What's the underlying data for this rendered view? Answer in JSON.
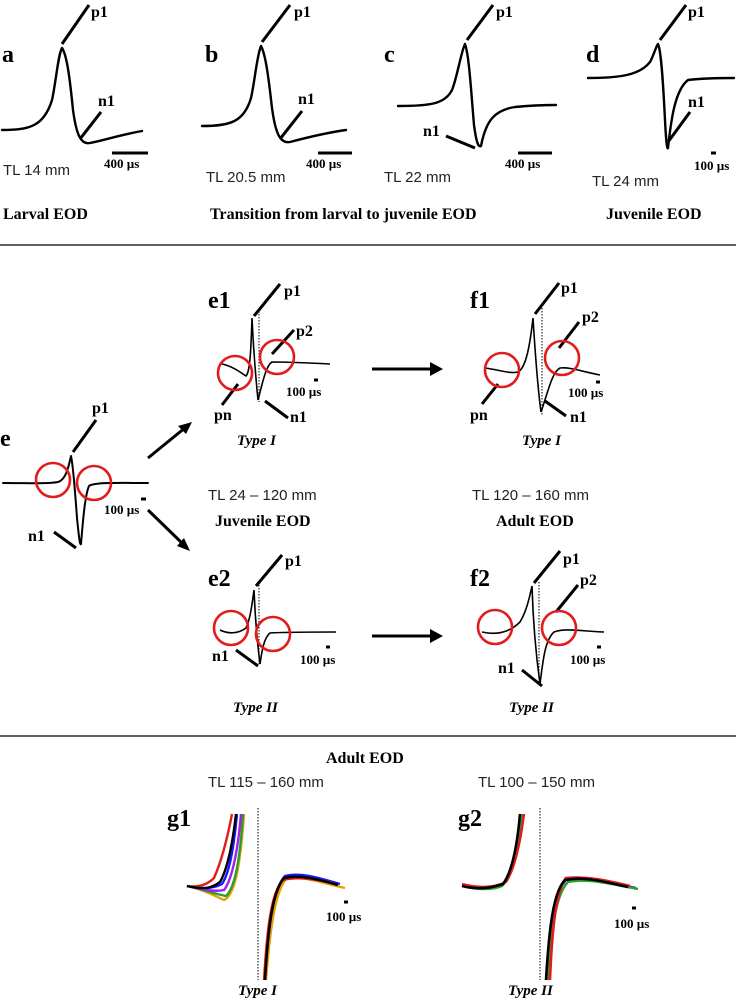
{
  "top_row": {
    "panels": [
      {
        "letter": "a",
        "p1": "p1",
        "n1": "n1",
        "scale": "400 µs",
        "tl": "TL 14 mm"
      },
      {
        "letter": "b",
        "p1": "p1",
        "n1": "n1",
        "scale": "400 µs",
        "tl": "TL 20.5 mm"
      },
      {
        "letter": "c",
        "p1": "p1",
        "n1": "n1",
        "scale": "400 µs",
        "tl": "TL 22 mm"
      },
      {
        "letter": "d",
        "p1": "p1",
        "n1": "n1",
        "scale": "100 µs",
        "tl": "TL 24 mm"
      }
    ],
    "stages": {
      "larval": "Larval EOD",
      "transition": "Transition from larval to juvenile EOD",
      "juvenile": "Juvenile EOD"
    }
  },
  "middle": {
    "e": {
      "letter": "e",
      "p1": "p1",
      "n1": "n1",
      "scale": "100 µs"
    },
    "e1": {
      "letter": "e1",
      "p1": "p1",
      "p2": "p2",
      "pn": "pn",
      "n1": "n1",
      "scale": "100 µs",
      "type": "Type I"
    },
    "f1": {
      "letter": "f1",
      "p1": "p1",
      "p2": "p2",
      "pn": "pn",
      "n1": "n1",
      "scale": "100 µs",
      "type": "Type I"
    },
    "e2": {
      "letter": "e2",
      "p1": "p1",
      "n1": "n1",
      "scale": "100 µs",
      "type": "Type II"
    },
    "f2": {
      "letter": "f2",
      "p1": "p1",
      "p2": "p2",
      "n1": "n1",
      "scale": "100 µs",
      "type": "Type II"
    },
    "juvenile_tl": "TL 24 – 120 mm",
    "juvenile_stage": "Juvenile EOD",
    "adult_tl": "TL 120 – 160 mm",
    "adult_stage": "Adult EOD"
  },
  "bottom": {
    "title": "Adult EOD",
    "g1": {
      "letter": "g1",
      "tl": "TL 115 – 160 mm",
      "scale": "100 µs",
      "type": "Type I"
    },
    "g2": {
      "letter": "g2",
      "tl": "TL 100 – 150 mm",
      "scale": "100 µs",
      "type": "Type II"
    }
  },
  "colors": {
    "circle": "#e21c1c",
    "g1_traces": [
      "#e21c1c",
      "#1a1aff",
      "#a020f0",
      "#e8a000",
      "#2aa02a",
      "#000000"
    ],
    "g2_traces": [
      "#e21c1c",
      "#1a1aff",
      "#2aa02a",
      "#000000"
    ]
  }
}
